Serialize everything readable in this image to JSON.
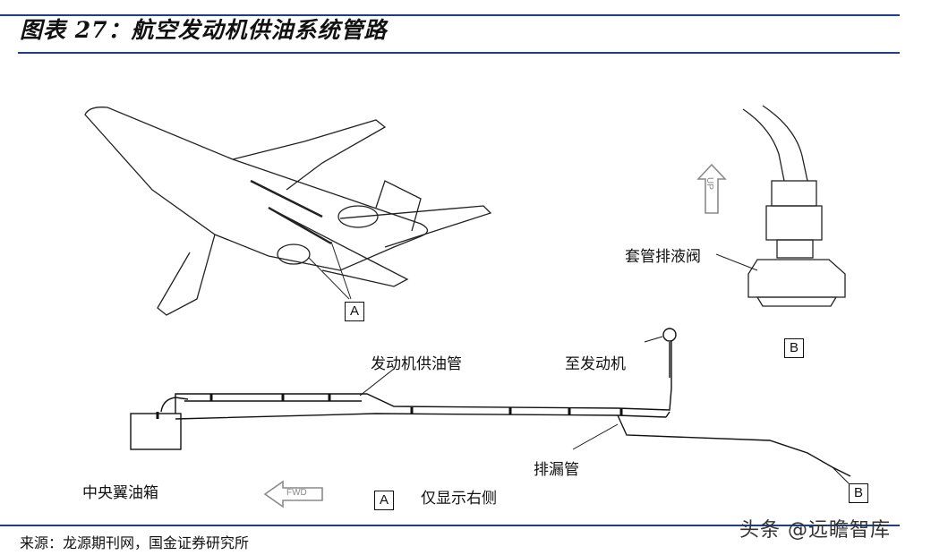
{
  "title": "图表 27：航空发动机供油系统管路",
  "labels": {
    "engine_fuel_pipe": "发动机供油管",
    "to_engine": "至发动机",
    "sleeve_drain_valve": "套管排液阀",
    "drain_pipe": "排漏管",
    "center_wing_tank": "中央翼油箱",
    "right_side_only": "仅显示右侧",
    "up_arrow": "UP",
    "fwd_arrow": "FWD",
    "detail_a": "A",
    "detail_b": "B"
  },
  "source": "来源：龙源期刊网，国金证券研究所",
  "watermark": "头条 @远瞻智库",
  "colors": {
    "accent_rule": "#1f3d8a",
    "line": "#111111",
    "arrow_outline": "#8a8a8a"
  }
}
